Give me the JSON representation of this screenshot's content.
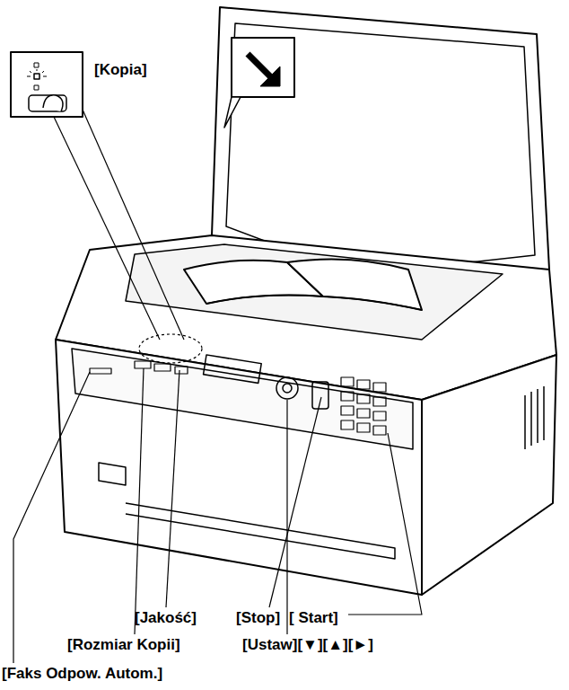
{
  "diagram": {
    "labels": [
      "[Kopia]",
      "[Jakość]",
      "[Stop]",
      "[ Start]",
      "[Rozmiar Kopii]",
      "[Ustaw][▼][▲][►]",
      "[Faks Odpow. Autom.]"
    ]
  }
}
